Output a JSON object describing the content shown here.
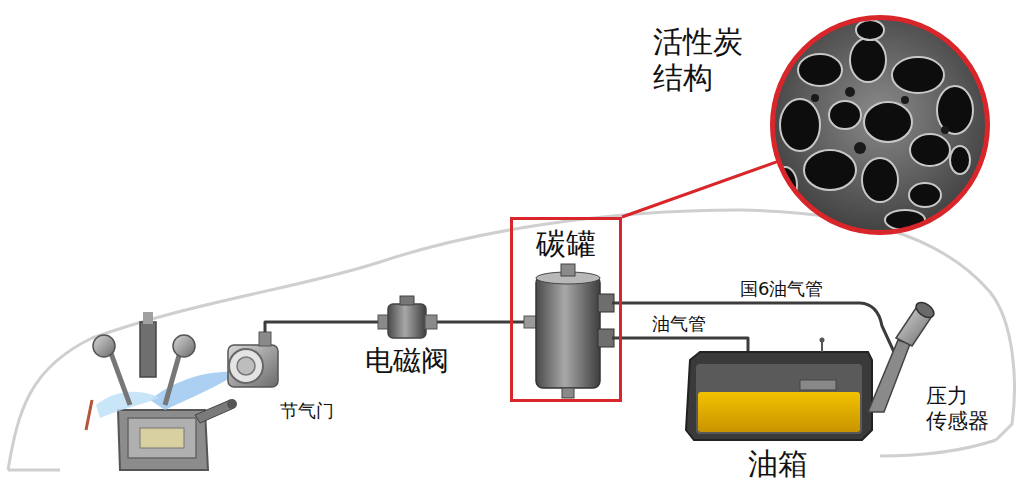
{
  "diagram": {
    "nodes": [
      {
        "text": [
          "活性炭 结构"
        ]
      },
      {
        "text": [
          "碳罐"
        ]
      },
      {
        "text": [
          "电磁阀"
        ]
      },
      {
        "text": [
          "节气门"
        ]
      },
      {
        "text": [
          "油箱"
        ]
      },
      {
        "text": [
          "压力 传感器"
        ]
      }
    ],
    "edges": [
      {
        "from": 1,
        "to": 0,
        "arrow": "none"
      },
      {
        "from": 3,
        "to": 2,
        "arrow": "none"
      },
      {
        "from": 2,
        "to": 1,
        "arrow": "none"
      },
      {
        "from": 1,
        "to": 5,
        "label": "国6油气管",
        "arrow": "none"
      },
      {
        "from": 1,
        "to": 4,
        "label": "油气管",
        "arrow": "none"
      }
    ]
  }
}
